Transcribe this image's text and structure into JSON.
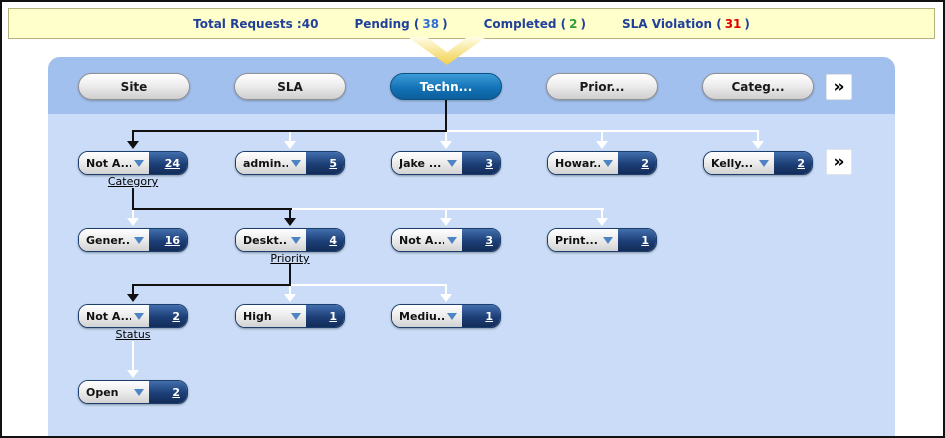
{
  "banner": {
    "total": "Total Requests :40",
    "stats": [
      {
        "label": "Pending (",
        "value": "38",
        "suffix": ")"
      },
      {
        "label": "Completed (",
        "value": "2",
        "suffix": ")"
      },
      {
        "label": "SLA Violation (",
        "value": "31",
        "suffix": ")"
      }
    ]
  },
  "tabs": {
    "items": [
      {
        "label": "Site",
        "selected": false
      },
      {
        "label": "SLA",
        "selected": false
      },
      {
        "label": "Techn...",
        "selected": true
      },
      {
        "label": "Prior...",
        "selected": false
      },
      {
        "label": "Categ...",
        "selected": false
      }
    ],
    "more_glyph": "»"
  },
  "tree": {
    "axis_labels": [
      "Category",
      "Priority",
      "Status"
    ],
    "more_glyph": "»",
    "rows": [
      {
        "items": [
          {
            "label": "Not A...",
            "count": "24"
          },
          {
            "label": "admin...",
            "count": "5"
          },
          {
            "label": "Jake ...",
            "count": "3"
          },
          {
            "label": "Howar...",
            "count": "2"
          },
          {
            "label": "Kelly...",
            "count": "2"
          }
        ]
      },
      {
        "items": [
          {
            "label": "Gener...",
            "count": "16"
          },
          {
            "label": "Deskt...",
            "count": "4"
          },
          {
            "label": "Not A...",
            "count": "3"
          },
          {
            "label": "Print...",
            "count": "1"
          }
        ]
      },
      {
        "items": [
          {
            "label": "Not A...",
            "count": "2"
          },
          {
            "label": "High",
            "count": "1"
          },
          {
            "label": "Mediu...",
            "count": "1"
          }
        ]
      },
      {
        "items": [
          {
            "label": "Open",
            "count": "2"
          }
        ]
      }
    ]
  },
  "colors": {
    "banner_bg": "#ffffcc",
    "panel_header_bg": "#a2c0ee",
    "panel_body_bg": "#cadcf7",
    "selected_tab_blue": "#1170b4",
    "node_count_navy": "#1d3f77",
    "pending_value": "#2e6fd6",
    "completed_value": "#2f9e38",
    "violation_value": "#e00000"
  }
}
